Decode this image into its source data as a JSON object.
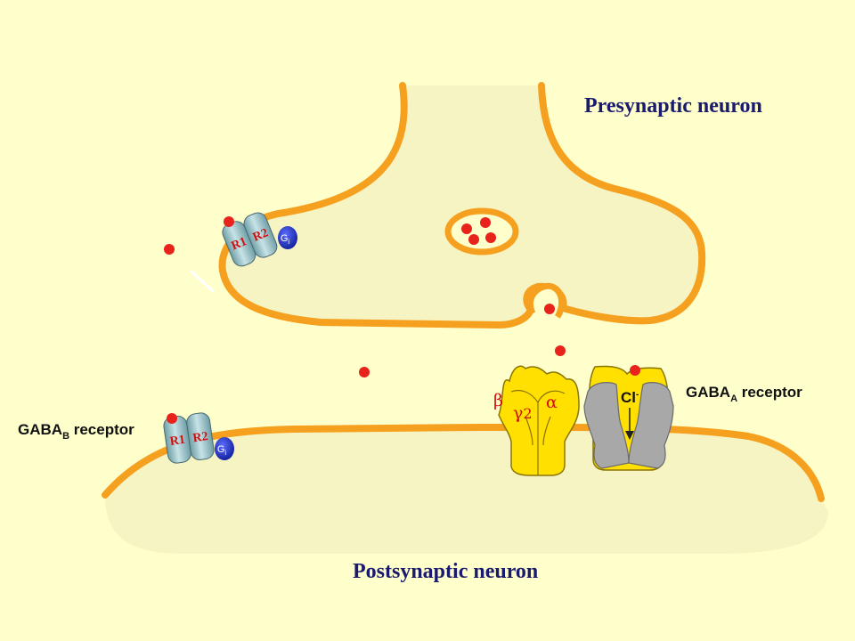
{
  "labels": {
    "presynaptic": "Presynaptic neuron",
    "postsynaptic": "Postsynaptic neuron",
    "gaba_b_prefix": "GABA",
    "gaba_b_sub": "B",
    "gaba_b_suffix": " receptor",
    "gaba_a_prefix": "GABA",
    "gaba_a_sub": "A",
    "gaba_a_suffix": " receptor",
    "chloride": "Cl",
    "chloride_sup": "-"
  },
  "receptor_b": {
    "subunit_1": "R1",
    "subunit_2": "R2",
    "g_protein": "G",
    "g_protein_sub": "i"
  },
  "receptor_a": {
    "beta": "β",
    "gamma": "γ",
    "gamma_num": "2",
    "alpha": "α"
  },
  "colors": {
    "background": "#ffffcc",
    "cytoplasm": "#f7f4c4",
    "membrane": "#f5a01e",
    "gaba": "#e8231c",
    "title_text": "#1a1a6e",
    "receptor_a": "#ffe000",
    "receptor_a_open": "#a8a8a8",
    "gabab_cylinder": "#8fc0c8",
    "g_protein": "#1a2fbf"
  }
}
